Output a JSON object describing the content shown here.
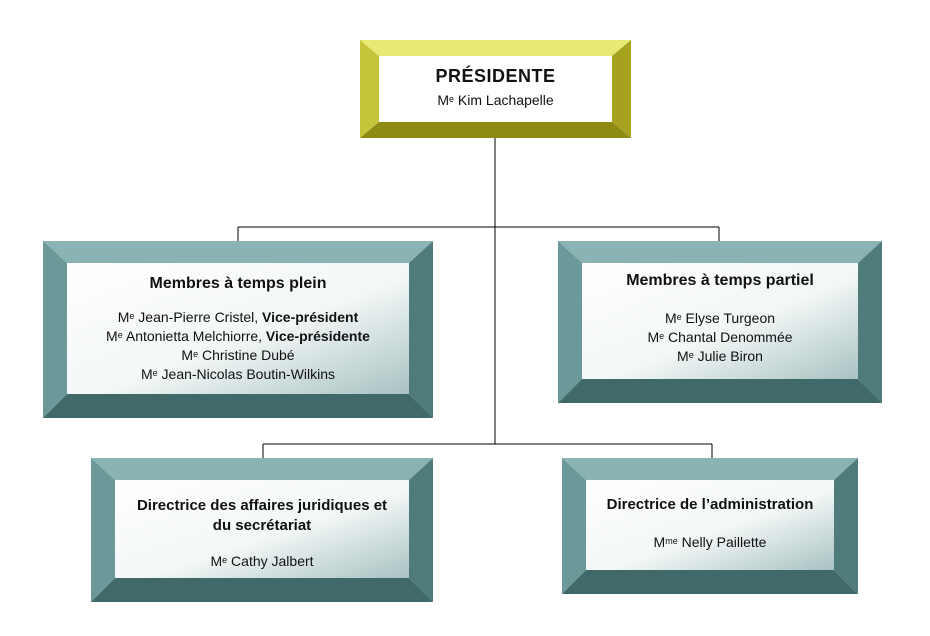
{
  "colors": {
    "president_face": "#ffffff",
    "president_bevel": [
      "#e6ea73",
      "#c5c43a",
      "#a6a11e",
      "#8f8a12"
    ],
    "member_bevel": [
      "#8ab4b4",
      "#6b9898",
      "#4f7b7b",
      "#406969"
    ],
    "connector": "#000000"
  },
  "president": {
    "title": "PRÉSIDENTE",
    "name_prefix": "M",
    "name_sup": "e",
    "name": " Kim Lachapelle"
  },
  "full_time": {
    "title": "Membres à temps plein",
    "members": [
      {
        "prefix": "M",
        "sup": "e",
        "name": " Jean-Pierre Cristel, ",
        "role": "Vice-président"
      },
      {
        "prefix": "M",
        "sup": "e",
        "name": " Antonietta Melchiorre, ",
        "role": "Vice-présidente"
      },
      {
        "prefix": "M",
        "sup": "e",
        "name": " Christine Dubé",
        "role": ""
      },
      {
        "prefix": "M",
        "sup": "e",
        "name": " Jean-Nicolas Boutin-Wilkins",
        "role": ""
      }
    ]
  },
  "part_time": {
    "title": "Membres à temps partiel",
    "members": [
      {
        "prefix": "M",
        "sup": "e",
        "name": " Elyse Turgeon"
      },
      {
        "prefix": "M",
        "sup": "e",
        "name": " Chantal Denommée"
      },
      {
        "prefix": "M",
        "sup": "e",
        "name": " Julie Biron"
      }
    ]
  },
  "legal": {
    "title_line1": "Directrice des affaires juridiques et",
    "title_line2": "du secrétariat",
    "name_prefix": "M",
    "name_sup": "e",
    "name": " Cathy Jalbert"
  },
  "admin": {
    "title": "Directrice de l’administration",
    "name_prefix": "M",
    "name_sup": "me",
    "name": " Nelly Paillette"
  }
}
